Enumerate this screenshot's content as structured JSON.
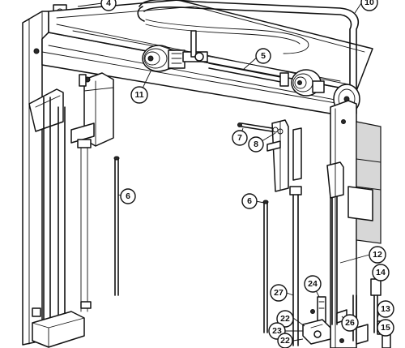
{
  "callouts": [
    {
      "label": "4"
    },
    {
      "label": "10"
    },
    {
      "label": "5"
    },
    {
      "label": "11"
    },
    {
      "label": "7"
    },
    {
      "label": "8"
    },
    {
      "label": "6"
    },
    {
      "label": "6"
    },
    {
      "label": "12"
    },
    {
      "label": "14"
    },
    {
      "label": "27"
    },
    {
      "label": "24"
    },
    {
      "label": "13"
    },
    {
      "label": "22"
    },
    {
      "label": "26"
    },
    {
      "label": "23"
    },
    {
      "label": "22"
    },
    {
      "label": "15"
    }
  ]
}
